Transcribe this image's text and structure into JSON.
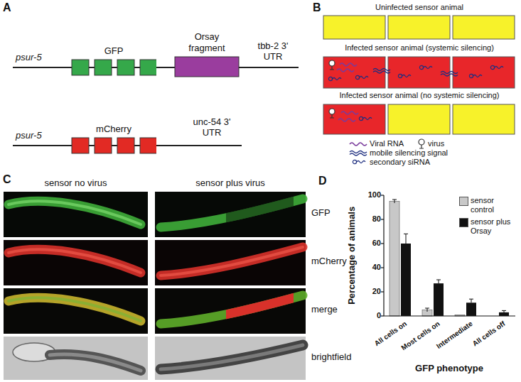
{
  "diagram": {
    "nodes": [
      {
        "text": [
          "GFP"
        ]
      },
      {
        "text": [
          "Orsay fragment"
        ]
      },
      {
        "text": [
          "mCherry"
        ]
      }
    ],
    "labels": [
      "A",
      "psur-5",
      "tbb-2 3' UTR",
      "psur-5",
      "unc-54 3' UTR",
      "B",
      "Uninfected sensor animal",
      "Infected sensor animal (systemic silencing)",
      "Infected sensor animal (no systemic silencing)",
      "C",
      "sensor no virus",
      "sensor plus virus",
      "GFP",
      "mCherry",
      "merge",
      "brightfield",
      "D",
      "Percentage of animals",
      "100",
      "80",
      "60",
      "40",
      "20",
      "0",
      "All cells on",
      "Most cells on",
      "Intermediate",
      "All cells off",
      "GFP phenotype"
    ],
    "legend": [
      {
        "text": "Viral RNA"
      },
      {
        "text": "virus"
      },
      {
        "text": "mobile silencing signal"
      },
      {
        "text": "secondary siRNA"
      },
      {
        "text": "sensor control",
        "color": "#c8c8c8"
      },
      {
        "text": "sensor plus Orsay",
        "color": "#111111"
      }
    ]
  }
}
